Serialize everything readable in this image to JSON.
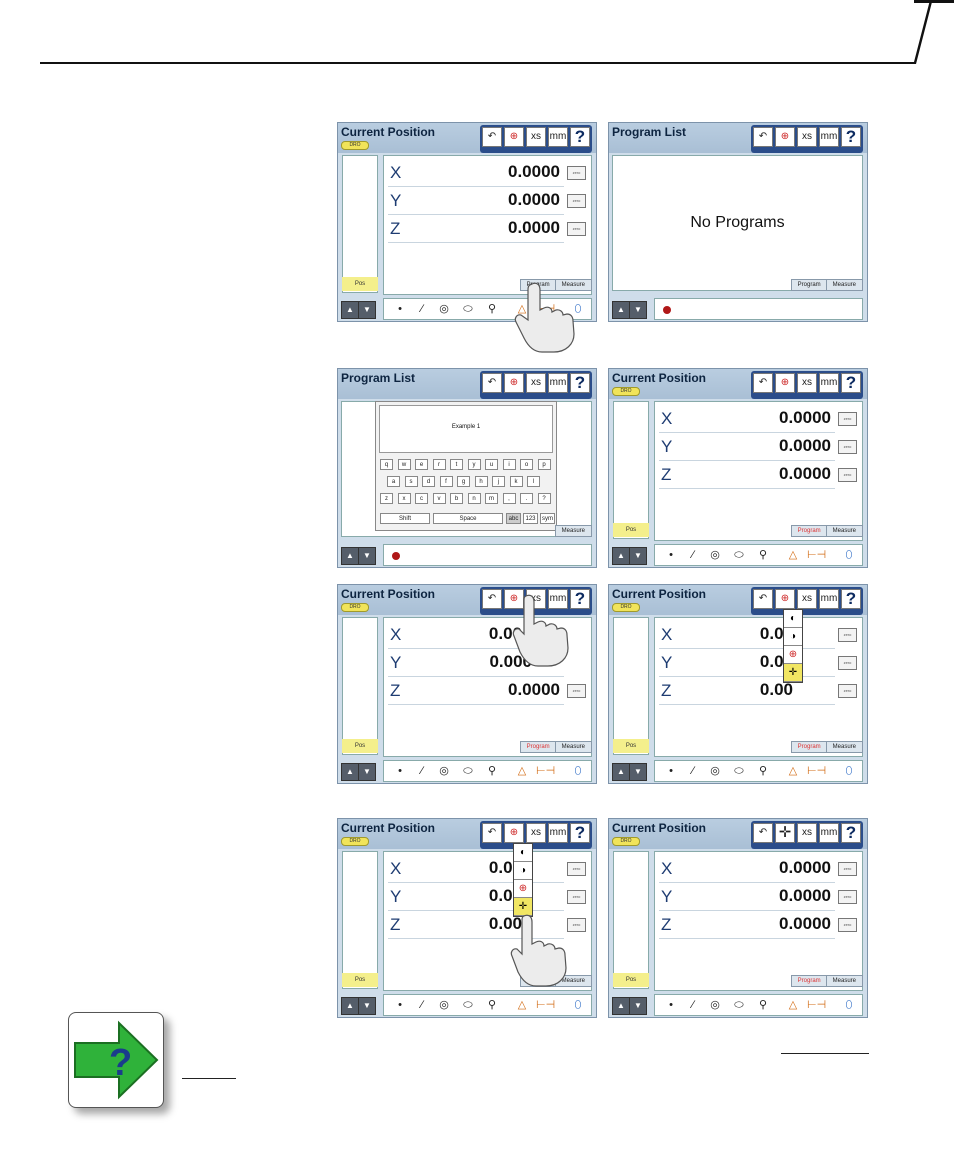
{
  "panels": {
    "p1": {
      "title": "Current Position",
      "dro": "DRO",
      "pos": "Pos",
      "axes": [
        {
          "l": "X",
          "v": "0.0000"
        },
        {
          "l": "Y",
          "v": "0.0000"
        },
        {
          "l": "Z",
          "v": "0.0000"
        }
      ],
      "zero": "zero",
      "tab_a": "Program",
      "tab_b": "Measure"
    },
    "p2": {
      "title": "Program List",
      "message": "No Programs",
      "tab_a": "Program",
      "tab_b": "Measure"
    },
    "p3": {
      "title": "Program List",
      "kbd_text": "Example 1",
      "tab_b": "Measure",
      "rows": [
        [
          "q",
          "w",
          "e",
          "r",
          "t",
          "y",
          "u",
          "i",
          "o",
          "p"
        ],
        [
          "a",
          "s",
          "d",
          "f",
          "g",
          "h",
          "j",
          "k",
          "l"
        ],
        [
          "z",
          "x",
          "c",
          "v",
          "b",
          "n",
          "m",
          ",",
          ".",
          "?"
        ]
      ],
      "shift": "Shift",
      "space": "Space",
      "mode_keys": [
        "abc",
        "123",
        "sym"
      ]
    },
    "p4": {
      "title": "Current Position",
      "dro": "DRO",
      "pos": "Pos",
      "axes": [
        {
          "l": "X",
          "v": "0.0000"
        },
        {
          "l": "Y",
          "v": "0.0000"
        },
        {
          "l": "Z",
          "v": "0.0000"
        }
      ],
      "zero": "zero",
      "tab_a": "Program",
      "tab_b": "Measure"
    },
    "p5": {
      "title": "Current Position",
      "dro": "DRO",
      "pos": "Pos",
      "axes": [
        {
          "l": "X",
          "v": "0.00"
        },
        {
          "l": "Y",
          "v": "0.000"
        },
        {
          "l": "Z",
          "v": "0.0000"
        }
      ],
      "zero": "zero",
      "tab_a": "Program",
      "tab_b": "Measure"
    },
    "p6": {
      "title": "Current Position",
      "dro": "DRO",
      "pos": "Pos",
      "axes": [
        {
          "l": "X",
          "v": "0.00"
        },
        {
          "l": "Y",
          "v": "0.00"
        },
        {
          "l": "Z",
          "v": "0.00"
        }
      ],
      "zero": "zero",
      "tab_a": "Program",
      "tab_b": "Measure"
    },
    "p7": {
      "title": "Current Position",
      "dro": "DRO",
      "pos": "Pos",
      "axes": [
        {
          "l": "X",
          "v": "0.00"
        },
        {
          "l": "Y",
          "v": "0.00"
        },
        {
          "l": "Z",
          "v": "0.00"
        }
      ],
      "zero": "zero",
      "tab_a": "Program",
      "tab_b": "Measure"
    },
    "p8": {
      "title": "Current Position",
      "dro": "DRO",
      "pos": "Pos",
      "axes": [
        {
          "l": "X",
          "v": "0.0000"
        },
        {
          "l": "Y",
          "v": "0.0000"
        },
        {
          "l": "Z",
          "v": "0.0000"
        }
      ],
      "zero": "zero",
      "tab_a": "Program",
      "tab_b": "Measure"
    }
  },
  "toolbar": {
    "units_label": "mm",
    "xs_label": "xs",
    "help_label": "?"
  },
  "icons": {
    "help_page_icon": "green-arrow-question-icon",
    "hand": "pointing-hand-icon"
  },
  "colors": {
    "panel_bg": "#cfddea",
    "title_text": "#0d2440",
    "program_tab": "#d33333",
    "dro_badge": "#f1e45a",
    "pos_badge": "#f4ef8c",
    "record": "#b01818",
    "help_green": "#2fb23a"
  }
}
